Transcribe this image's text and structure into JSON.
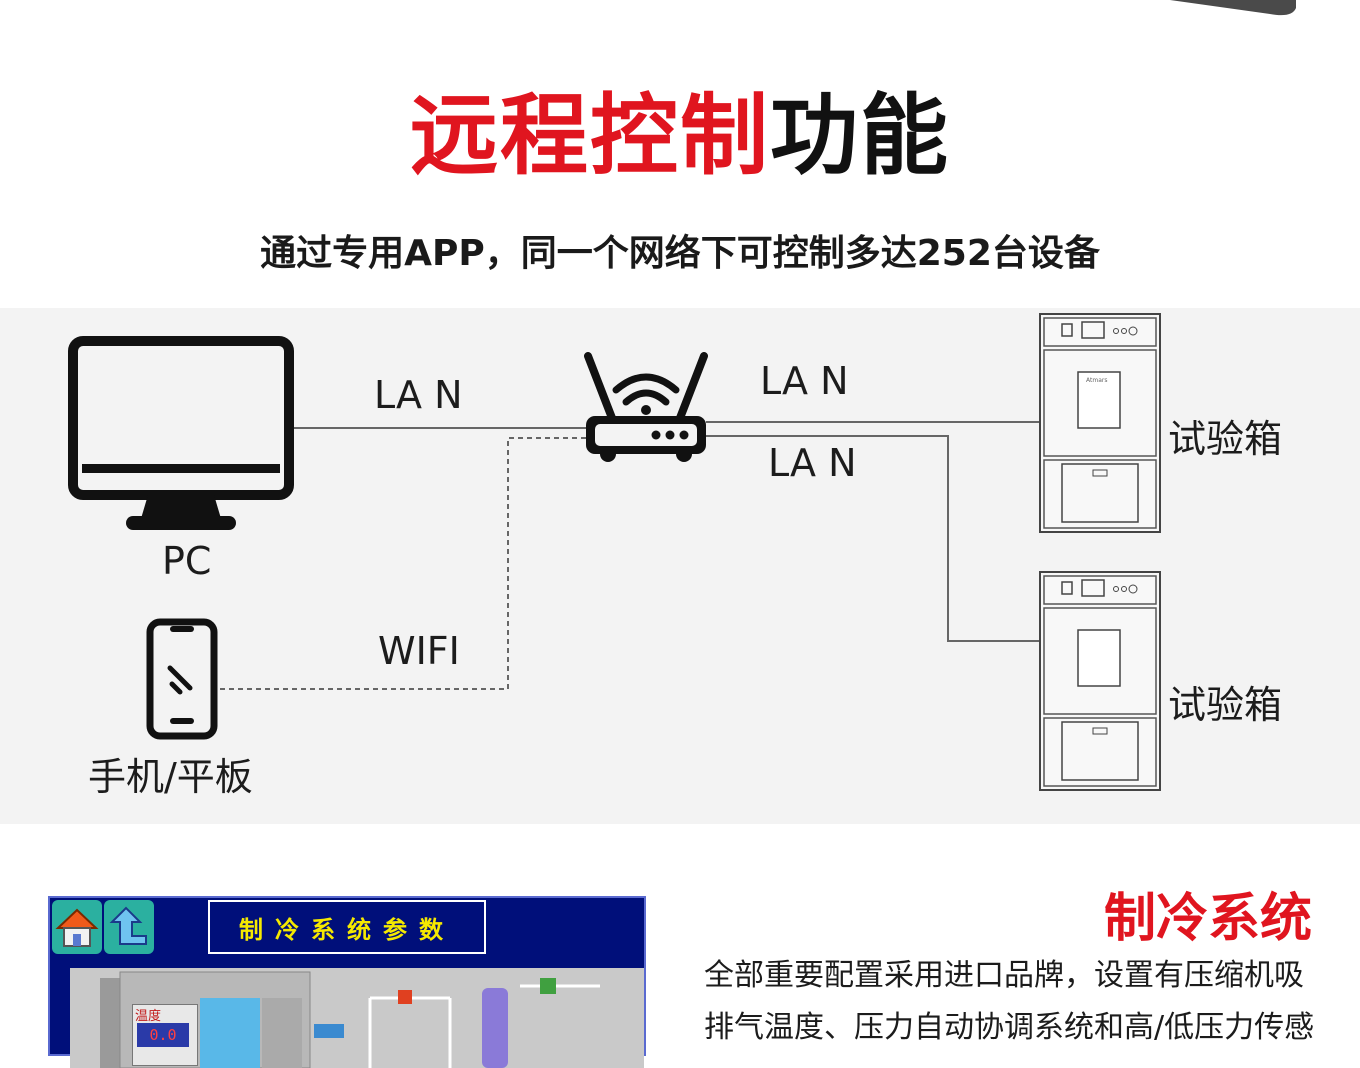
{
  "title": {
    "highlight": "远程控制",
    "rest": "功能"
  },
  "subtitle": "通过专用APP，同一个网络下可控制多达252台设备",
  "diagram": {
    "pc_label": "PC",
    "phone_label": "手机/平板",
    "link_pc": "LA N",
    "link_wifi": "WIFI",
    "link_router_top": "LA N",
    "link_router_bottom": "LA N",
    "chamber_brand": "Atmars",
    "chamber_top_label": "试验箱",
    "chamber_bottom_label": "试验箱"
  },
  "hmi": {
    "title": "制冷系统参数",
    "temp_label": "温度",
    "temp_value": "0.0"
  },
  "refrigeration": {
    "heading": "制冷系统",
    "text": "全部重要配置采用进口品牌，设置有压缩机吸排气温度、压力自动协调系统和高/低压力传感"
  },
  "colors": {
    "accent_red": "#e0151f",
    "hmi_blue": "#000f7a",
    "hmi_yellow": "#f5e900",
    "panel_gray": "#f3f3f3"
  }
}
